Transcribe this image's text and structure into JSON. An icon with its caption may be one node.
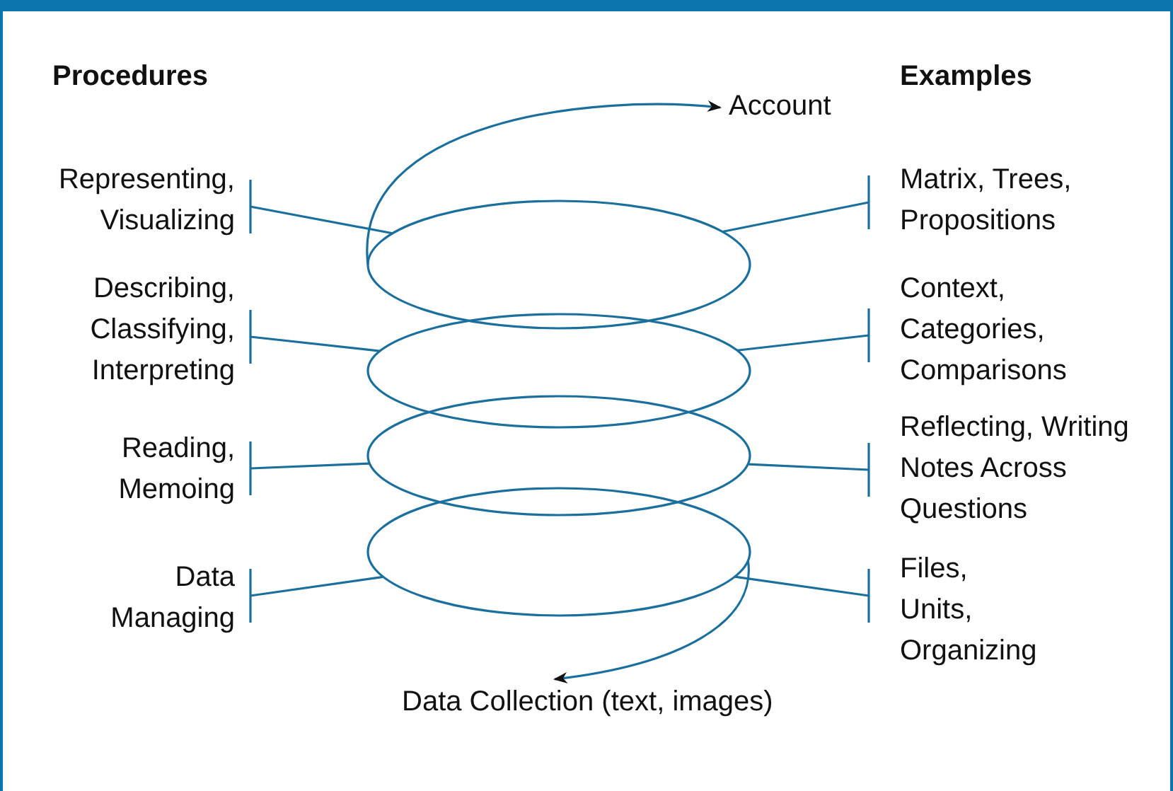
{
  "diagram": {
    "nodes": [
      {
        "text": [
          "Account"
        ]
      },
      {
        "text": [
          "Representing, Visualizing"
        ]
      },
      {
        "text": [
          "Matrix, Trees, Propositions"
        ]
      },
      {
        "text": [],
        "shape": "ellipse"
      },
      {
        "text": [
          "Describing, Classifying, Interpreting"
        ]
      },
      {
        "text": [
          "Context, Categories, Comparisons"
        ]
      },
      {
        "text": [],
        "shape": "ellipse"
      },
      {
        "text": [
          "Reading, Memoing"
        ]
      },
      {
        "text": [
          "Reflecting, Writing Notes Across Questions"
        ]
      },
      {
        "text": [],
        "shape": "ellipse"
      },
      {
        "text": [
          "Data Managing"
        ]
      },
      {
        "text": [
          "Files, Units, Organizing"
        ]
      },
      {
        "text": [],
        "shape": "ellipse"
      },
      {
        "text": [
          "Data Collection (text, images)"
        ]
      }
    ],
    "edges": [
      {
        "from": 12,
        "to": 13,
        "arrow": "to"
      },
      {
        "from": 3,
        "to": 0,
        "arrow": "to"
      },
      {
        "from": 1,
        "to": 3,
        "arrow": "other"
      },
      {
        "from": 2,
        "to": 3,
        "arrow": "other"
      },
      {
        "from": 4,
        "to": 6,
        "arrow": "other"
      },
      {
        "from": 5,
        "to": 6,
        "arrow": "other"
      },
      {
        "from": 7,
        "to": 9,
        "arrow": "other"
      },
      {
        "from": 8,
        "to": 9,
        "arrow": "other"
      },
      {
        "from": 10,
        "to": 12,
        "arrow": "other"
      },
      {
        "from": 11,
        "to": 12,
        "arrow": "other"
      }
    ],
    "labels": [
      "Procedures",
      "Examples"
    ]
  }
}
